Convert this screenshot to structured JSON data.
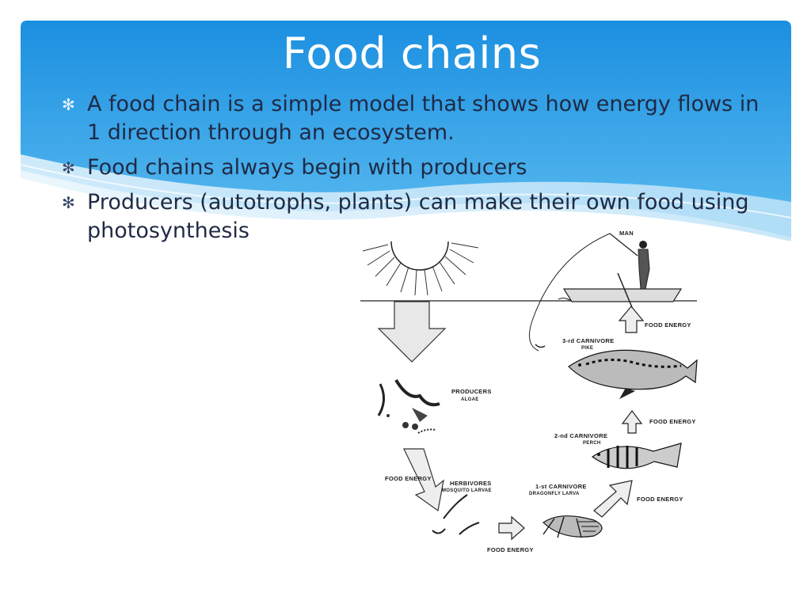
{
  "slide": {
    "title": "Food chains",
    "bullets": [
      "A food chain is a simple model that shows how energy flows in 1 direction through an ecosystem.",
      "Food chains always begin with producers",
      "Producers (autotrophs, plants) can make their own food using  photosynthesis"
    ],
    "bullet_icon": "asterisk-icon"
  },
  "diagram": {
    "labels": {
      "man": "MAN",
      "food_energy": "FOOD ENERGY",
      "third_carnivore": "3-rd CARNIVORE",
      "third_carnivore_sub": "PIKE",
      "producers": "PRODUCERS",
      "producers_sub": "ALGAE",
      "second_carnivore": "2-nd CARNIVORE",
      "second_carnivore_sub": "PERCH",
      "herbivores": "HERBIVORES",
      "herbivores_sub": "MOSQUITO LARVAE",
      "first_carnivore": "1-st CARNIVORE",
      "first_carnivore_sub": "DRAGONFLY LARVA"
    }
  },
  "colors": {
    "header_top": "#1a8fe0",
    "header_bottom": "#4fb6ef",
    "wave_light": "#cfe9fb",
    "text_dark": "#1f2a44"
  }
}
